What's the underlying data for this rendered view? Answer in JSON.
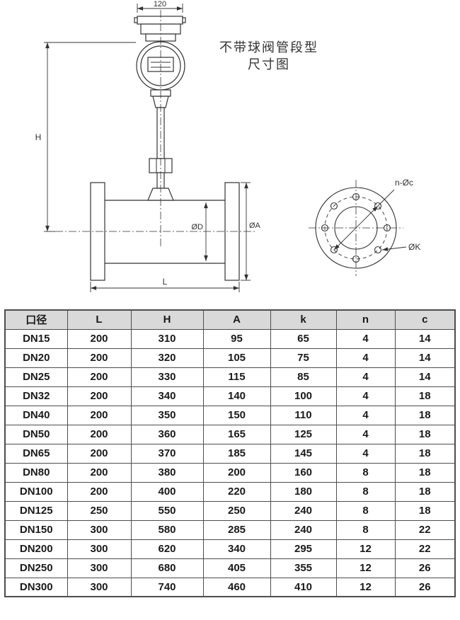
{
  "title": {
    "line1": "不带球阀管段型",
    "line2": "尺寸图"
  },
  "drawing": {
    "dim_width_top": "120",
    "dim_height": "H",
    "dim_inner_diameter": "ØD",
    "dim_flange_diameter": "ØA",
    "dim_length": "L",
    "flange_bolt_label": "n-Øc",
    "flange_bolt_circle_label": "ØK"
  },
  "table": {
    "headers": [
      "口径",
      "L",
      "H",
      "A",
      "k",
      "n",
      "c"
    ],
    "rows": [
      [
        "DN15",
        "200",
        "310",
        "95",
        "65",
        "4",
        "14"
      ],
      [
        "DN20",
        "200",
        "320",
        "105",
        "75",
        "4",
        "14"
      ],
      [
        "DN25",
        "200",
        "330",
        "115",
        "85",
        "4",
        "14"
      ],
      [
        "DN32",
        "200",
        "340",
        "140",
        "100",
        "4",
        "18"
      ],
      [
        "DN40",
        "200",
        "350",
        "150",
        "110",
        "4",
        "18"
      ],
      [
        "DN50",
        "200",
        "360",
        "165",
        "125",
        "4",
        "18"
      ],
      [
        "DN65",
        "200",
        "370",
        "185",
        "145",
        "4",
        "18"
      ],
      [
        "DN80",
        "200",
        "380",
        "200",
        "160",
        "8",
        "18"
      ],
      [
        "DN100",
        "200",
        "400",
        "220",
        "180",
        "8",
        "18"
      ],
      [
        "DN125",
        "250",
        "550",
        "250",
        "240",
        "8",
        "18"
      ],
      [
        "DN150",
        "300",
        "580",
        "285",
        "240",
        "8",
        "22"
      ],
      [
        "DN200",
        "300",
        "620",
        "340",
        "295",
        "12",
        "22"
      ],
      [
        "DN250",
        "300",
        "680",
        "405",
        "355",
        "12",
        "26"
      ],
      [
        "DN300",
        "300",
        "740",
        "460",
        "410",
        "12",
        "26"
      ]
    ]
  },
  "colors": {
    "table_header_bg": "#d9d9d9",
    "line_color": "#3a3a3a"
  }
}
